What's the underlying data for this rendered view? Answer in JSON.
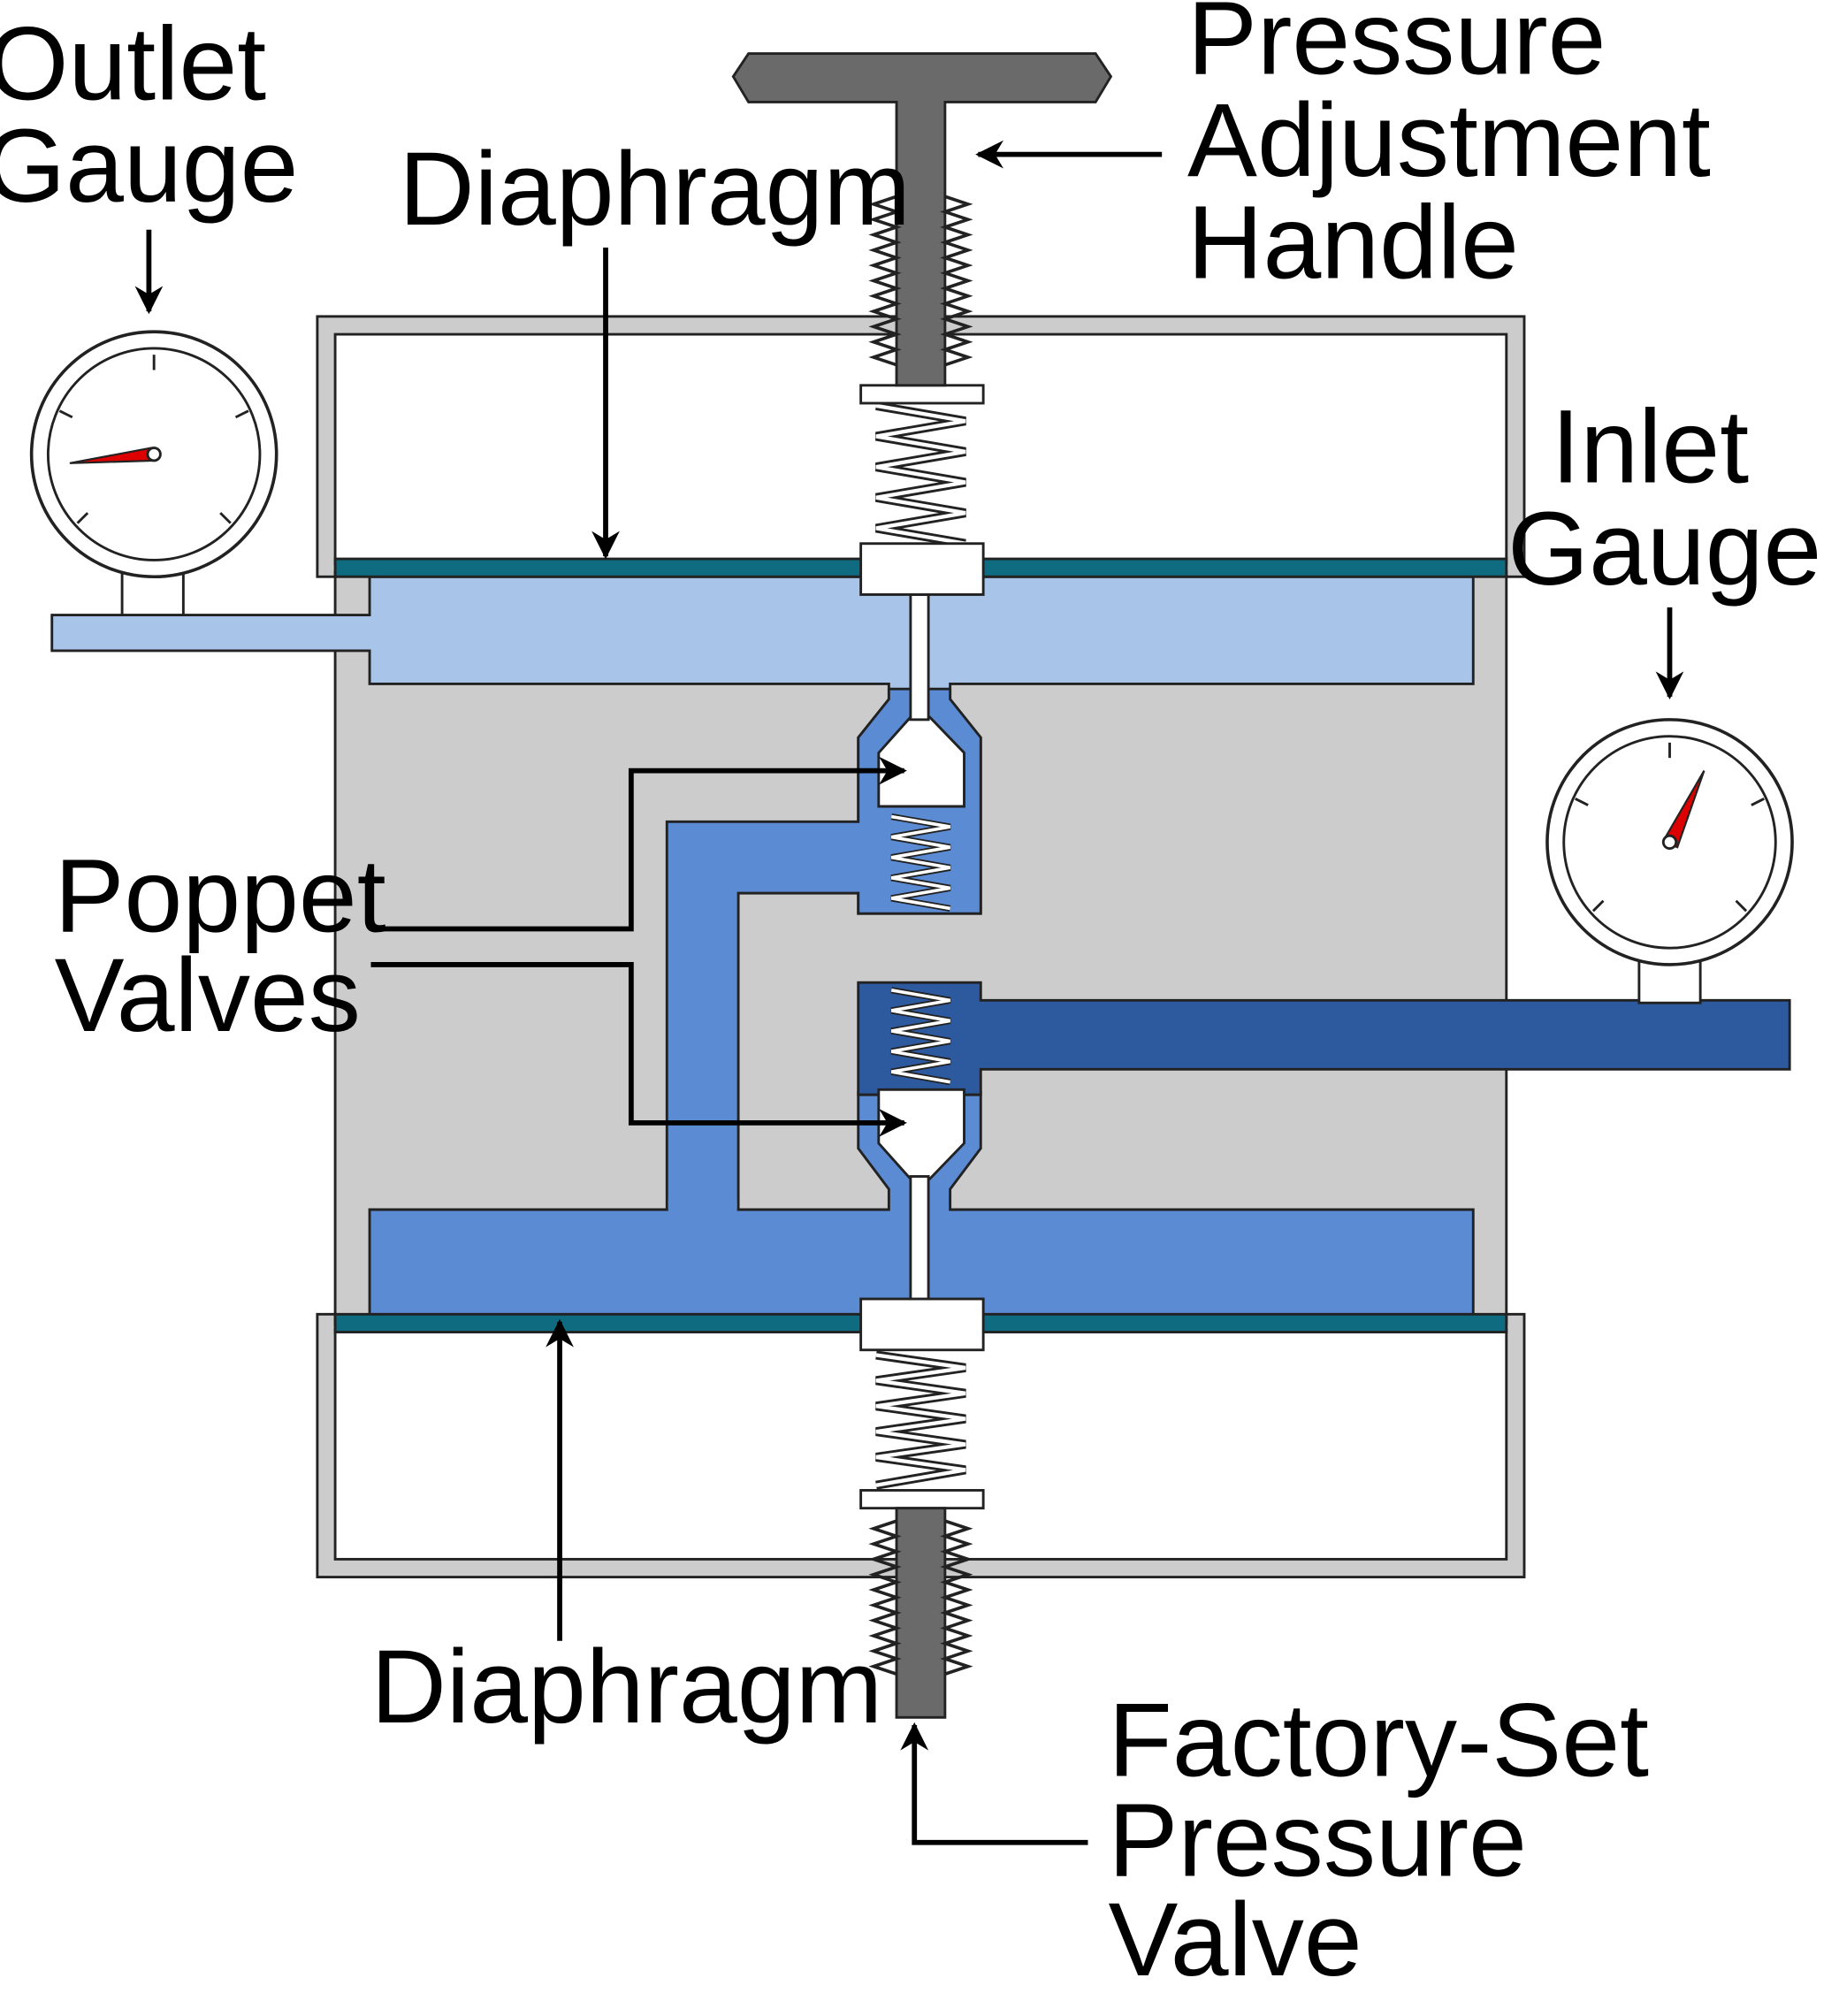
{
  "labels": {
    "outlet_gauge": [
      "Outlet",
      "Gauge"
    ],
    "diaphragm_top": "Diaphragm",
    "pressure_adjustment_handle": [
      "Pressure",
      "Adjustment",
      "Handle"
    ],
    "inlet_gauge": [
      "Inlet",
      "Gauge"
    ],
    "poppet_valves": [
      "Poppet",
      "Valves"
    ],
    "diaphragm_bottom": "Diaphragm",
    "factory_set_pressure_valve": [
      "Factory-Set",
      "Pressure",
      "Valve"
    ]
  },
  "colors": {
    "body_gray": "#cccccc",
    "chamber_light_blue": "#a9c4e9",
    "chamber_mid_blue": "#5b8bd3",
    "inlet_dark_blue": "#2d5a9e",
    "diaphragm_teal": "#0f6c80",
    "handle_gray": "#6a6a6a",
    "needle_red": "#dd0000"
  },
  "gauges": {
    "outlet": {
      "needle_direction": "left"
    },
    "inlet": {
      "needle_direction": "upper-right"
    }
  }
}
